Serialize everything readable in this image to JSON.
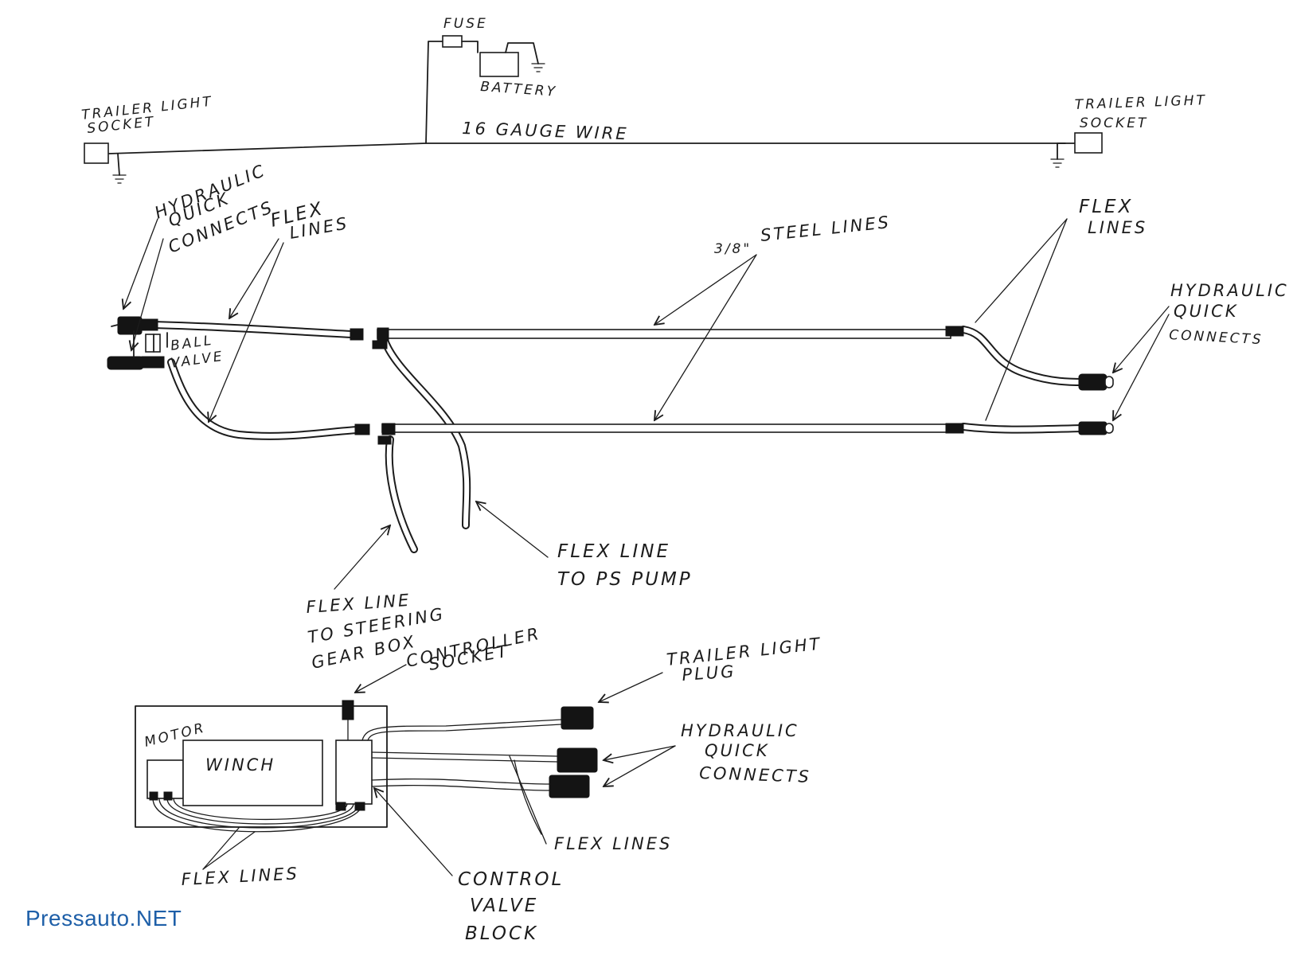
{
  "labels": {
    "fuse": "FUSE",
    "battery": "BATTERY",
    "trailer_light_socket_left_1": "TRAILER LIGHT",
    "trailer_light_socket_left_2": "SOCKET",
    "wire_gauge": "16 GAUGE WIRE",
    "trailer_light_socket_right_1": "TRAILER LIGHT",
    "trailer_light_socket_right_2": "SOCKET",
    "hydraulic_left_1": "HYDRAULIC",
    "hydraulic_left_2": "QUICK",
    "hydraulic_left_3": "CONNECTS",
    "flex_left_1": "FLEX",
    "flex_left_2": "LINES",
    "steel_fraction": "3/8\"",
    "steel_lines": "STEEL LINES",
    "flex_right_1": "FLEX",
    "flex_right_2": "LINES",
    "hydraulic_right_1": "HYDRAULIC",
    "hydraulic_right_2": "QUICK",
    "hydraulic_right_3": "CONNECTS",
    "ball_valve_1": "BALL",
    "ball_valve_2": "VALVE",
    "flex_ps_1": "FLEX LINE",
    "flex_ps_2": "TO PS PUMP",
    "flex_steer_1": "FLEX LINE",
    "flex_steer_2": "TO STEERING",
    "flex_steer_3": "GEAR BOX",
    "controller_1": "CONTROLLER",
    "controller_2": "SOCKET",
    "trailer_plug_1": "TRAILER LIGHT",
    "trailer_plug_2": "PLUG",
    "motor": "MOTOR",
    "winch": "WINCH",
    "hydraulic_bottom_1": "HYDRAULIC",
    "hydraulic_bottom_2": "QUICK",
    "hydraulic_bottom_3": "CONNECTS",
    "flex_bottom_right": "FLEX LINES",
    "flex_bottom_left": "FLEX LINES",
    "cvb_1": "CONTROL",
    "cvb_2": "VALVE",
    "cvb_3": "BLOCK"
  },
  "watermark": "Pressauto.NET"
}
